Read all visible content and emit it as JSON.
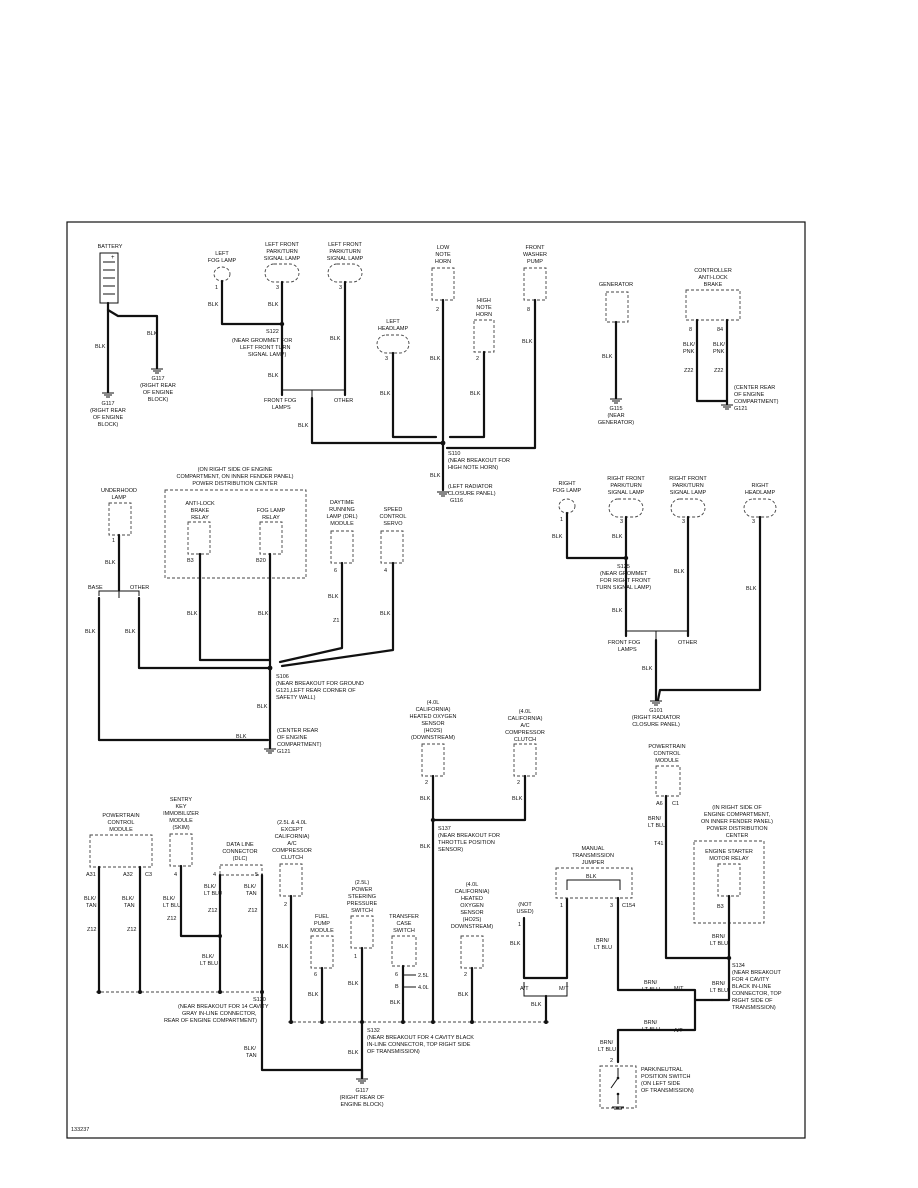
{
  "battery": "BATTERY",
  "comp": {
    "left_fog": [
      "LEFT",
      "FOG LAMP"
    ],
    "lf_turn": [
      "LEFT FRONT",
      "PARK/TURN",
      "SIGNAL LAMP"
    ],
    "lf_turn2": [
      "LEFT FRONT",
      "PARK/TURN",
      "SIGNAL LAMP"
    ],
    "low_horn": [
      "LOW",
      "NOTE",
      "HORN"
    ],
    "washer": [
      "FRONT",
      "WASHER",
      "PUMP"
    ],
    "generator": [
      "GENERATOR"
    ],
    "abs_ctrl": [
      "CONTROLLER",
      "ANTI-LOCK",
      "BRAKE"
    ],
    "left_head": [
      "LEFT",
      "HEADLAMP"
    ],
    "high_horn": [
      "HIGH",
      "NOTE",
      "HORN"
    ],
    "pdc_note": [
      "(ON RIGHT SIDE OF ENGINE",
      "COMPARTMENT, ON INNER FENDER PANEL)",
      "POWER DISTRIBUTION CENTER"
    ],
    "underhood": [
      "UNDERHOOD",
      "LAMP"
    ],
    "abs_relay": [
      "ANTI-LOCK",
      "BRAKE",
      "RELAY"
    ],
    "fog_relay": [
      "FOG LAMP",
      "RELAY"
    ],
    "drl": [
      "DAYTIME",
      "RUNNING",
      "LAMP (DRL)",
      "MODULE"
    ],
    "speed_servo": [
      "SPEED",
      "CONTROL",
      "SERVO"
    ],
    "right_fog": [
      "RIGHT",
      "FOG LAMP"
    ],
    "rf_turn": [
      "RIGHT FRONT",
      "PARK/TURN",
      "SIGNAL LAMP"
    ],
    "rf_turn2": [
      "RIGHT FRONT",
      "PARK/TURN",
      "SIGNAL LAMP"
    ],
    "right_head": [
      "RIGHT",
      "HEADLAMP"
    ],
    "ho2s_ca": [
      "(4.0L",
      "CALIFORNIA)",
      "HEATED OXYGEN",
      "SENSOR",
      "(HO2S)",
      "(DOWNSTREAM)"
    ],
    "ac_ca": [
      "(4.0L",
      "CALIFORNIA)",
      "A/C",
      "COMPRESSOR",
      "CLUTCH"
    ],
    "pcm_right": [
      "POWERTRAIN",
      "CONTROL",
      "MODULE"
    ],
    "pcm_left": [
      "POWERTRAIN",
      "CONTROL",
      "MODULE"
    ],
    "skim": [
      "SENTRY",
      "KEY",
      "IMMOBILIZER",
      "MODULE",
      "(SKIM)"
    ],
    "dlc": [
      "DATA LINE",
      "CONNECTOR",
      "(DLC)"
    ],
    "ac_except": [
      "(2.5L & 4.0L",
      "EXCEPT",
      "CALIFORNIA)",
      "A/C",
      "COMPRESSOR",
      "CLUTCH"
    ],
    "fuel_pump": [
      "FUEL",
      "PUMP",
      "MODULE"
    ],
    "ps_switch": [
      "(2.5L)",
      "POWER",
      "STEERING",
      "PRESSURE",
      "SWITCH"
    ],
    "transfer": [
      "TRANSFER",
      "CASE",
      "SWITCH"
    ],
    "ho2s_4": [
      "(4.0L",
      "CALIFORNIA)",
      "HEATED",
      "OXYGEN",
      "SENSOR",
      "(HO2S)",
      "DOWNSTREAM)"
    ],
    "not_used": [
      "(NOT",
      "USED)"
    ],
    "man_jumper": [
      "MANUAL",
      "TRANSMISSION",
      "JUMPER"
    ],
    "pdc_note2": [
      "(IN RIGHT SIDE OF",
      "ENGINE COMPARTMENT,",
      "ON INNER FENDER PANEL)",
      "POWER DISTRIBUTION",
      "CENTER"
    ],
    "starter_relay": [
      "ENGINE STARTER",
      "MOTOR RELAY"
    ],
    "pn_switch": [
      "PARK/NEUTRAL",
      "POSITION SWITCH",
      "(ON LEFT SIDE",
      "OF TRANSMISSION)"
    ]
  },
  "grounds": {
    "g117_main": [
      "G117",
      "(RIGHT REAR",
      "OF ENGINE",
      "BLOCK)"
    ],
    "g117_b": [
      "G117",
      "(RIGHT REAR",
      "OF ENGINE",
      "BLOCK)"
    ],
    "g115": [
      "G115",
      "(NEAR",
      "GENERATOR)"
    ],
    "g121_a": [
      "(CENTER REAR",
      "OF ENGINE",
      "COMPARTMENT)"
    ],
    "g121_a_id": "G121",
    "g116": [
      "(LEFT RADIATOR",
      "CLOSURE PANEL)"
    ],
    "g116_id": "G116",
    "g121_b": [
      "(CENTER REAR",
      "OF ENGINE",
      "COMPARTMENT)"
    ],
    "g121_b_id": "G121",
    "g101": [
      "G101",
      "(RIGHT RADIATOR",
      "CLOSURE PANEL)"
    ],
    "g117_bottom": [
      "G117",
      "(RIGHT REAR OF",
      "ENGINE BLOCK)"
    ]
  },
  "splices": {
    "s122": [
      "S122",
      "(NEAR GROMMET FOR",
      "LEFT FRONT TURN",
      "SIGNAL LAMP)"
    ],
    "s110": [
      "S110",
      "(NEAR BREAKOUT FOR",
      "HIGH NOTE HORN)"
    ],
    "s125": [
      "S125",
      "(NEAR GROMMET",
      "FOR RIGHT FRONT",
      "TURN SIGNAL LAMP)"
    ],
    "s106": [
      "S106",
      "(NEAR BREAKOUT FOR GROUND",
      "G121,LEFT REAR CORNER OF",
      "SAFETY WALL)"
    ],
    "s137": [
      "S137",
      "(NEAR BREAKOUT FOR",
      "THROTTLE POSITION",
      "SENSOR)"
    ],
    "s130": [
      "S130",
      "(NEAR BREAKOUT FOR 14 CAVITY",
      "GRAY IN-LINE CONNECTOR,",
      "REAR OF ENGINE COMPARTMENT)"
    ],
    "s132": [
      "S132",
      "(NEAR BREAKOUT FOR 4 CAVITY BLACK",
      "IN-LINE CONNECTOR, TOP RIGHT SIDE",
      "OF TRANSMISSION)"
    ],
    "s134": [
      "S134",
      "(NEAR BREAKOUT",
      "FOR 4 CAVITY",
      "BLACK IN-LINE",
      "CONNECTOR, TOP",
      "RIGHT SIDE OF",
      "TRANSMISSION)"
    ]
  },
  "wires": {
    "blk": "BLK",
    "blk_pnk": [
      "BLK/",
      "PNK"
    ],
    "blk_tan": [
      "BLK/",
      "TAN"
    ],
    "blk_ltblu": [
      "BLK/",
      "LT BLU"
    ],
    "blu_ltblu": [
      "BLK/",
      "LT BLU"
    ],
    "blk_tan2": [
      "BLK/",
      "TAN"
    ],
    "brn_ltblu": [
      "BRN/",
      "LT BLU"
    ],
    "z1": "Z1",
    "z12": "Z12",
    "z22": "Z22",
    "t41": "T41"
  },
  "labels": {
    "front_fog": [
      "FRONT FOG",
      "LAMPS"
    ],
    "other": "OTHER",
    "base": "BASE",
    "pin_8": "8",
    "pin_2": "2",
    "pin_1": "1",
    "pin_3": "3",
    "pin_4": "4",
    "pin_5": "5",
    "pin_6": "6",
    "pin_84": "84",
    "b3": "B3",
    "b20": "B20",
    "a6": "A6",
    "c1": "C1",
    "a31": "A31",
    "a32": "A32",
    "c3": "C3",
    "c154": "C154",
    "b": "B",
    "at": "A/T",
    "mt": "M/T",
    "l25": "2.5L",
    "l40": "4.0L",
    "diag_id": "133237"
  }
}
